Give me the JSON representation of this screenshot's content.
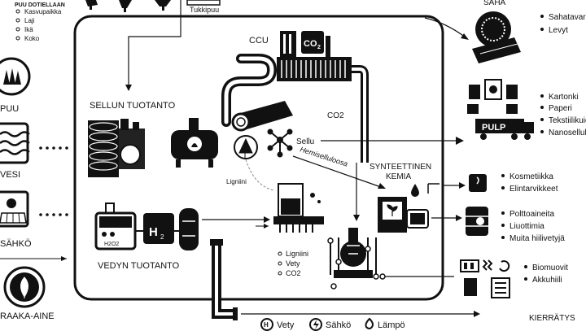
{
  "top_left": {
    "header_partial": "PUU DOTIELLAAN",
    "items": [
      "Kasvupaikka",
      "Laji",
      "Ikä",
      "Koko"
    ],
    "log_label": "Tukkipuu"
  },
  "left_inputs": [
    {
      "label": "PUU",
      "icon": "forest-icon"
    },
    {
      "label": "VESI",
      "icon": "water-waves-icon"
    },
    {
      "label": "SÄHKÖ",
      "icon": "solar-panel-icon"
    },
    {
      "label": "RAAKA-AINE",
      "icon": "leaf-icon"
    }
  ],
  "main": {
    "ccu_label": "CCU",
    "co2_badge": "CO",
    "co2_badge_sub": "2",
    "pulp_production": "SELLUN TUOTANTO",
    "hydrogen_production": "VEDYN TUOTANTO",
    "co2_flow": "CO2",
    "cellulose": "Sellu",
    "hemicellulose": "Hemiselluloosa",
    "lignin": "Ligniini",
    "synthetic_chem_line1": "SYNTEETTINEN",
    "synthetic_chem_line2": "KEMIA",
    "h2_tank": "H",
    "h2_tank_sub": "2",
    "h2o2_label": "H2O2",
    "outputs_list": [
      "Ligniini",
      "Vety",
      "CO2"
    ]
  },
  "right": {
    "sawmill": "SAHA",
    "sawmill_items": [
      "Sahatavara",
      "Levyt"
    ],
    "pulp_truck": "PULP",
    "pulp_items": [
      "Kartonki",
      "Paperi",
      "Tekstiilikuidut",
      "Nanoselluloosa"
    ],
    "cosmetics_items": [
      "Kosmetiikka",
      "Elintarvikkeet"
    ],
    "fuel_items": [
      "Polttoaineita",
      "Liuottimia",
      "Muita hiilivetyjä"
    ],
    "recycle_items": [
      "Biomuovit",
      "Akkuhiili"
    ],
    "recycling": "KIERRÄTYS"
  },
  "legend": [
    {
      "label": "Vety",
      "icon": "hydrogen-icon",
      "glyph": "H"
    },
    {
      "label": "Sähkö",
      "icon": "lightning-icon",
      "glyph": "⚡"
    },
    {
      "label": "Lämpö",
      "icon": "flame-icon",
      "glyph": "🔥"
    }
  ]
}
